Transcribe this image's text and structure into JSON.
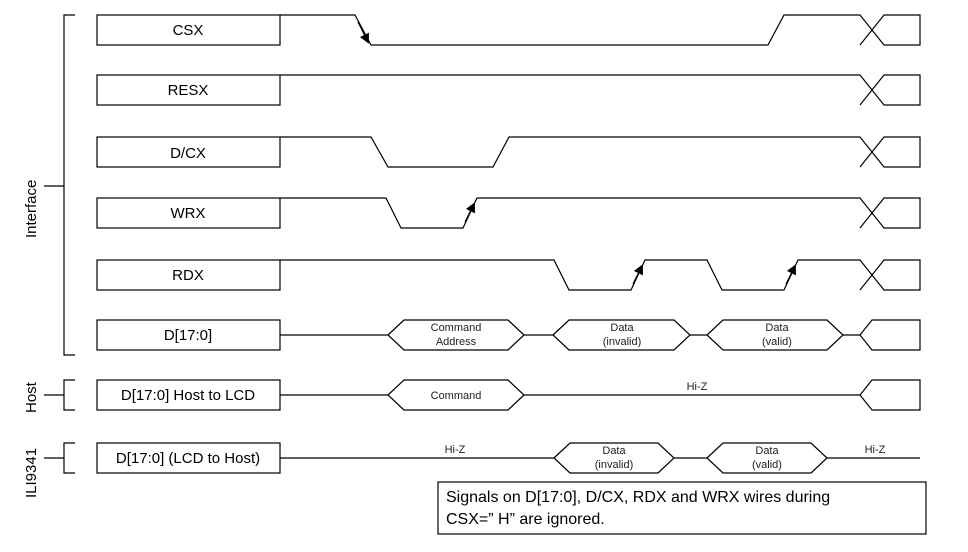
{
  "groups": {
    "interface": "Interface",
    "host": "Host",
    "ili": "ILI9341"
  },
  "signals": {
    "csx": "CSX",
    "resx": "RESX",
    "dcx": "D/CX",
    "wrx": "WRX",
    "rdx": "RDX",
    "d": "D[17:0]",
    "d_host_to_lcd": "D[17:0] Host to LCD",
    "d_lcd_to_host": "D[17:0] (LCD to Host)"
  },
  "bus_labels": {
    "command_address_1": "Command",
    "command_address_2": "Address",
    "data_invalid_1": "Data",
    "data_invalid_2": "(invalid)",
    "data_valid_1": "Data",
    "data_valid_2": "(valid)",
    "command": "Command",
    "hiz": "Hi-Z",
    "hiz_a": "Hi-Z",
    "hiz_b": "Hi-Z",
    "rd_data_invalid_1": "Data",
    "rd_data_invalid_2": "(invalid)",
    "rd_data_valid_1": "Data",
    "rd_data_valid_2": "(valid)"
  },
  "note": {
    "line1": "Signals on D[17:0], D/CX, RDX and WRX wires during",
    "line2": "CSX=” H”  are ignored."
  }
}
